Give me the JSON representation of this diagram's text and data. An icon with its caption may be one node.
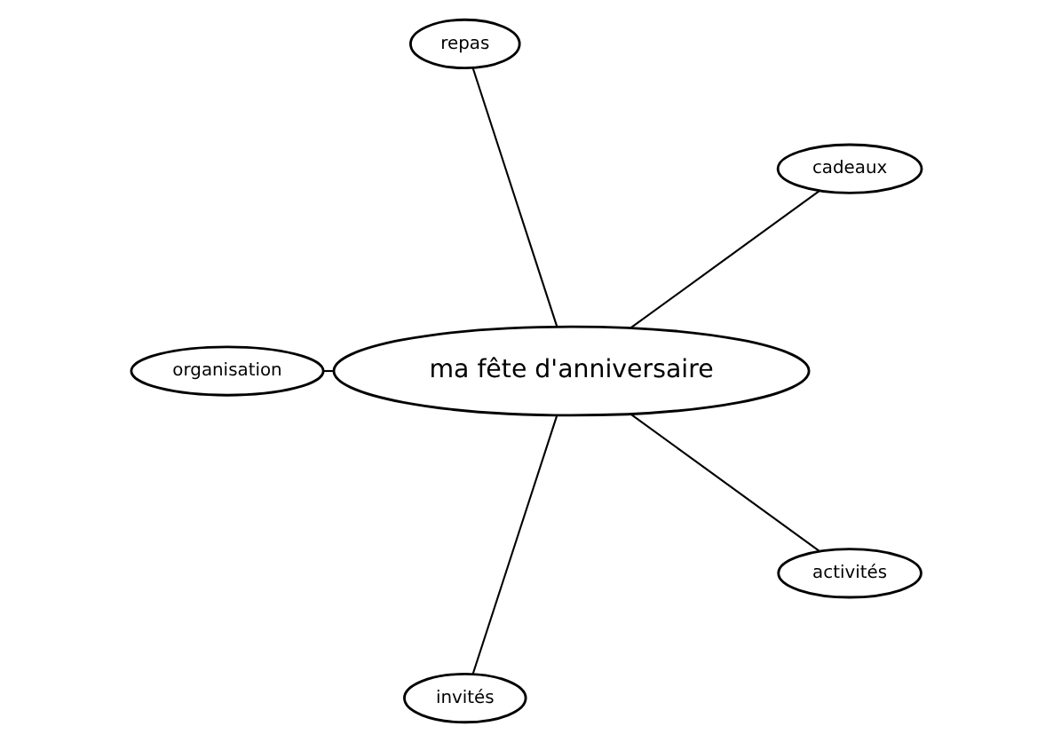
{
  "diagram": {
    "nodes": [
      {
        "text": [
          "ma fête d'anniversaire"
        ]
      },
      {
        "text": [
          "cadeaux"
        ]
      },
      {
        "text": [
          "repas"
        ]
      },
      {
        "text": [
          "organisation"
        ]
      },
      {
        "text": [
          "invités"
        ]
      },
      {
        "text": [
          "activités"
        ]
      }
    ],
    "edges": [
      {
        "from": 0,
        "to": 1,
        "arrow": "none"
      },
      {
        "from": 0,
        "to": 2,
        "arrow": "none"
      },
      {
        "from": 0,
        "to": 3,
        "arrow": "none"
      },
      {
        "from": 0,
        "to": 4,
        "arrow": "none"
      },
      {
        "from": 0,
        "to": 5,
        "arrow": "none"
      }
    ]
  }
}
